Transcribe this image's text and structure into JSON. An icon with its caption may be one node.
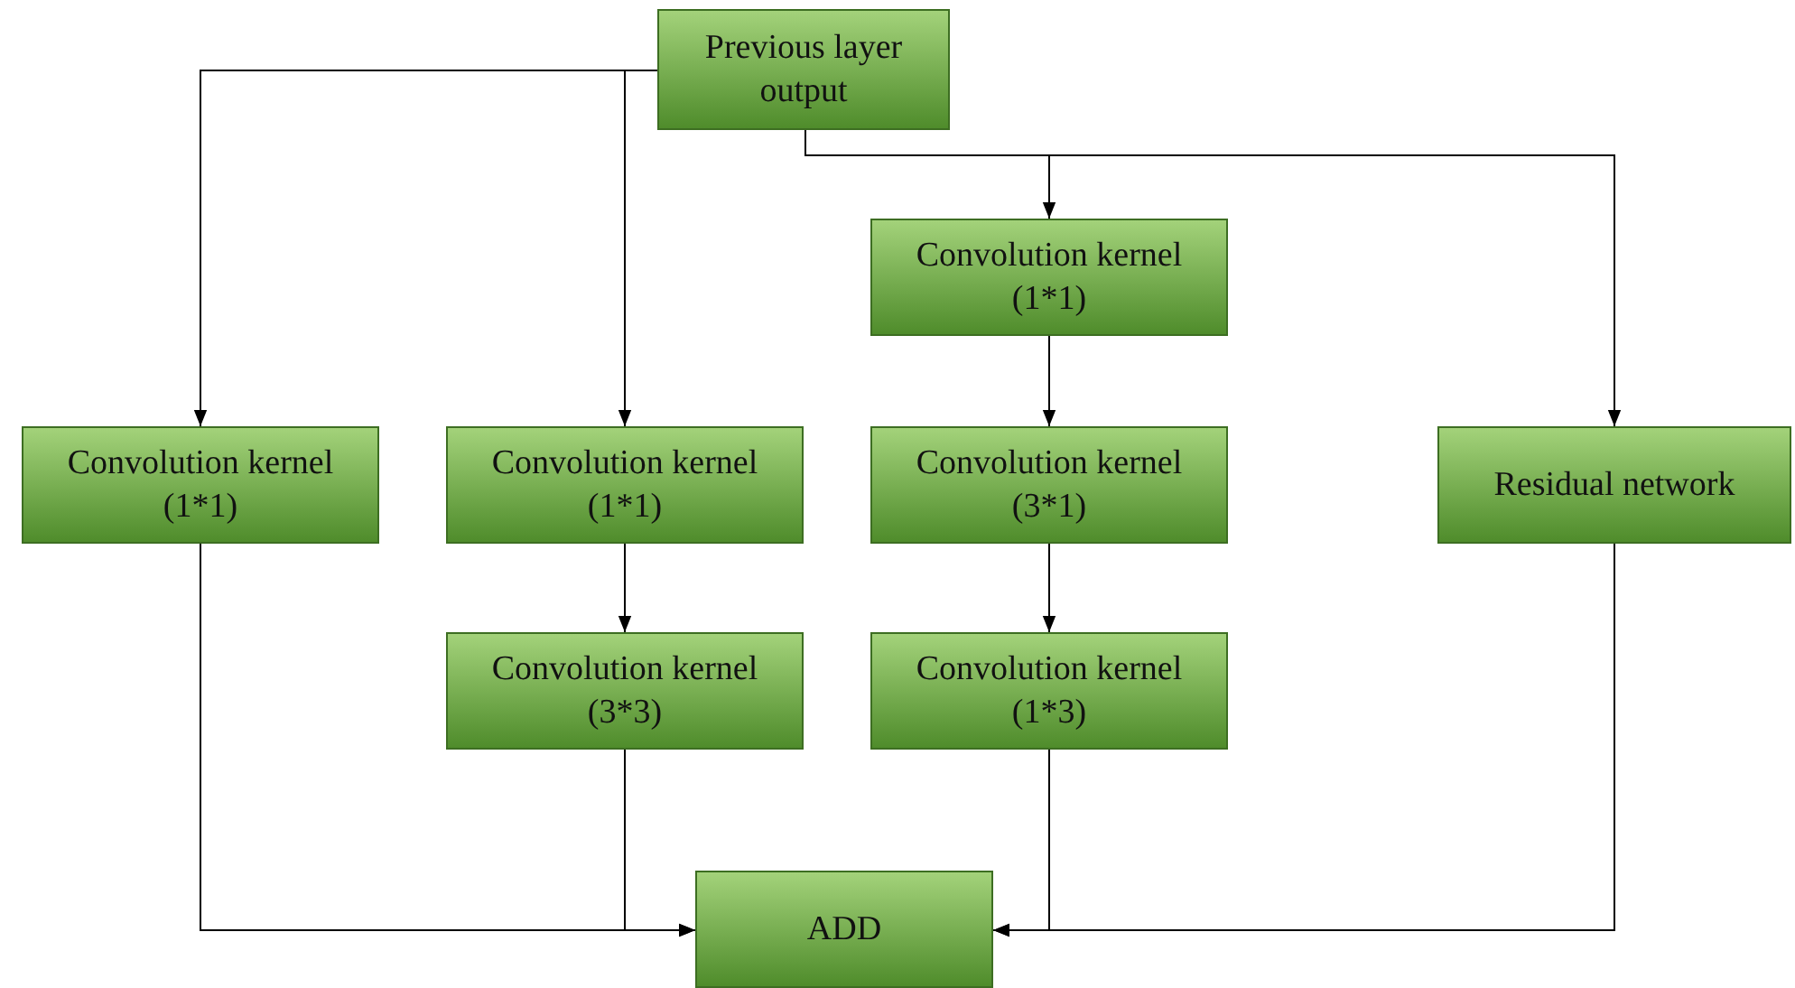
{
  "diagram": {
    "nodes": [
      {
        "text": [
          "Previous layer output"
        ]
      },
      {
        "text": [
          "Convolution kernel (1*1)"
        ]
      },
      {
        "text": [
          "Convolution kernel (1*1)"
        ]
      },
      {
        "text": [
          "Convolution kernel (3*3)"
        ]
      },
      {
        "text": [
          "Convolution kernel (1*1)"
        ]
      },
      {
        "text": [
          "Convolution kernel (3*1)"
        ]
      },
      {
        "text": [
          "Convolution kernel (1*3)"
        ]
      },
      {
        "text": [
          "Residual network"
        ]
      },
      {
        "text": [
          "ADD"
        ]
      }
    ],
    "edges": [
      {
        "from": 0,
        "to": 1,
        "arrow": "to"
      },
      {
        "from": 0,
        "to": 2,
        "arrow": "to"
      },
      {
        "from": 0,
        "to": 4,
        "arrow": "to"
      },
      {
        "from": 0,
        "to": 7,
        "arrow": "to"
      },
      {
        "from": 2,
        "to": 3,
        "arrow": "to"
      },
      {
        "from": 4,
        "to": 5,
        "arrow": "to"
      },
      {
        "from": 5,
        "to": 6,
        "arrow": "to"
      },
      {
        "from": 1,
        "to": 8,
        "arrow": "to"
      },
      {
        "from": 3,
        "to": 8,
        "arrow": "to"
      },
      {
        "from": 6,
        "to": 8,
        "arrow": "to"
      },
      {
        "from": 7,
        "to": 8,
        "arrow": "to"
      }
    ]
  }
}
